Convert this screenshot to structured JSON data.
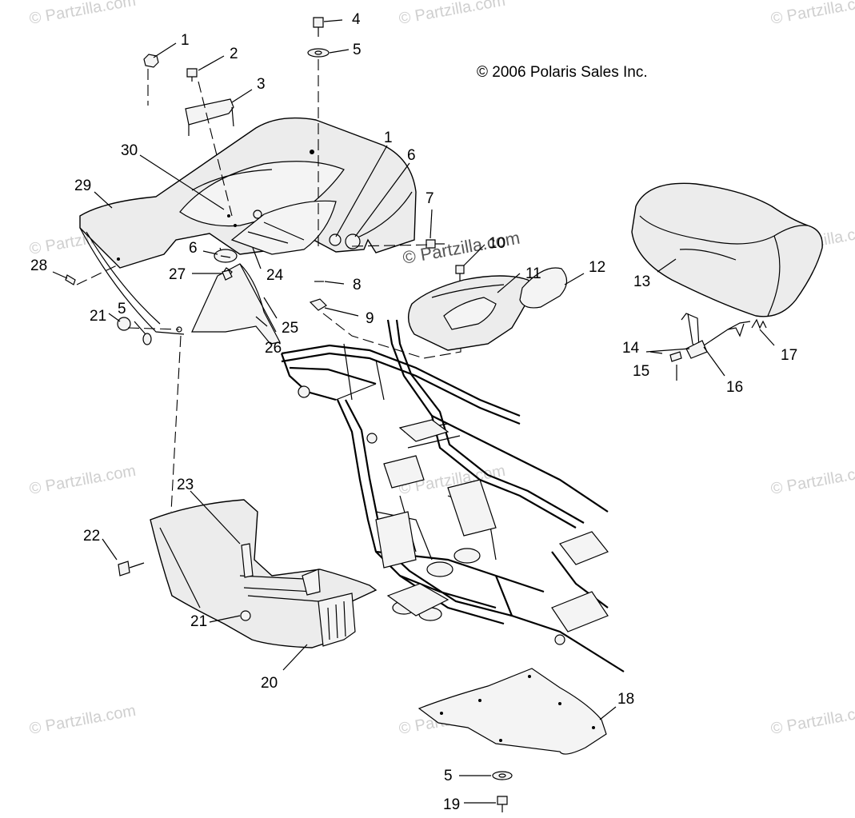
{
  "copyright": "© 2006 Polaris Sales Inc.",
  "watermark_center": "© Partzilla.com",
  "watermarks": [
    "© Partzilla.com",
    "© Partzilla.com",
    "© Partzilla.com",
    "© Partzilla.com",
    "© Partzilla.com",
    "© Partzilla.com",
    "© Partzilla.com",
    "© Partzilla.com",
    "© Partzilla.com",
    "© Partzilla.com",
    "© Partzilla.com"
  ],
  "callouts": [
    "1",
    "2",
    "3",
    "4",
    "5",
    "30",
    "1",
    "6",
    "29",
    "7",
    "10",
    "28",
    "6",
    "27",
    "24",
    "8",
    "21",
    "5",
    "9",
    "25",
    "26",
    "11",
    "12",
    "13",
    "14",
    "15",
    "16",
    "17",
    "23",
    "22",
    "21",
    "20",
    "18",
    "5",
    "19"
  ]
}
